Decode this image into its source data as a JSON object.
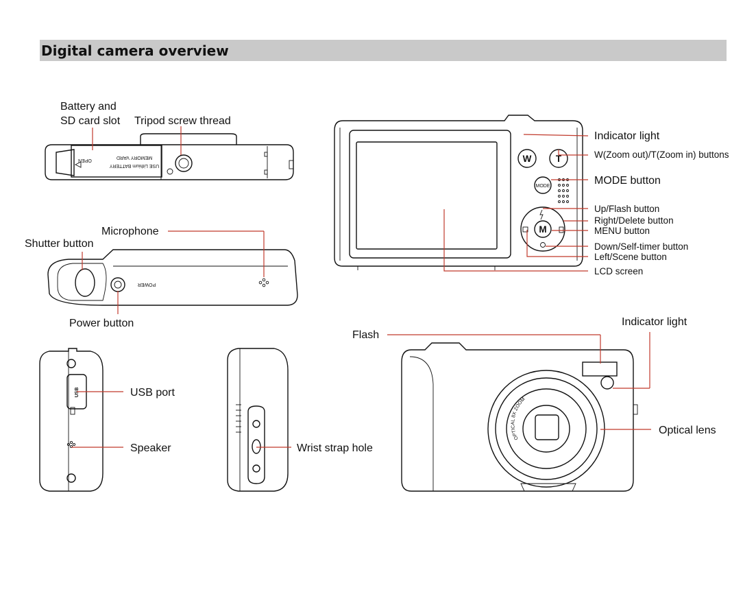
{
  "header": {
    "title": "Digital camera overview"
  },
  "colors": {
    "header_bg": "#c9c9c9",
    "leader": "#c0392b",
    "ink": "#111111"
  },
  "labels": {
    "battery_line1": "Battery  and",
    "battery_line2": "SD card slot",
    "tripod": "Tripod screw thread",
    "microphone": "Microphone",
    "shutter": "Shutter button",
    "power": "Power button",
    "usb_port": "USB port",
    "speaker": "Speaker",
    "wrist": "Wrist strap hole",
    "flash": "Flash",
    "indicator_front": "Indicator light",
    "optical_lens": "Optical lens",
    "indicator_back": "Indicator light",
    "zoom": "W(Zoom out)/T(Zoom in) buttons",
    "mode": "MODE button",
    "up": "Up/Flash button",
    "right": "Right/Delete button",
    "menu": "MENU button",
    "down": "Down/Self-timer button",
    "left": "Left/Scene button",
    "lcd": "LCD screen"
  },
  "device_text": {
    "use_battery": "USE Lithium BATTERY",
    "memory": "MEMORY VARD",
    "open": "OPEN",
    "power_print": "POWER",
    "usb_print": "USB",
    "lens_print": "OPTICAL 8X ZOOM",
    "w_key": "W",
    "t_key": "T",
    "mode_key": "MODE",
    "m_key": "M"
  },
  "icons": [
    "speaker-grille-icon",
    "flash-bolt-icon",
    "trash-icon",
    "self-timer-icon",
    "scene-icon"
  ]
}
